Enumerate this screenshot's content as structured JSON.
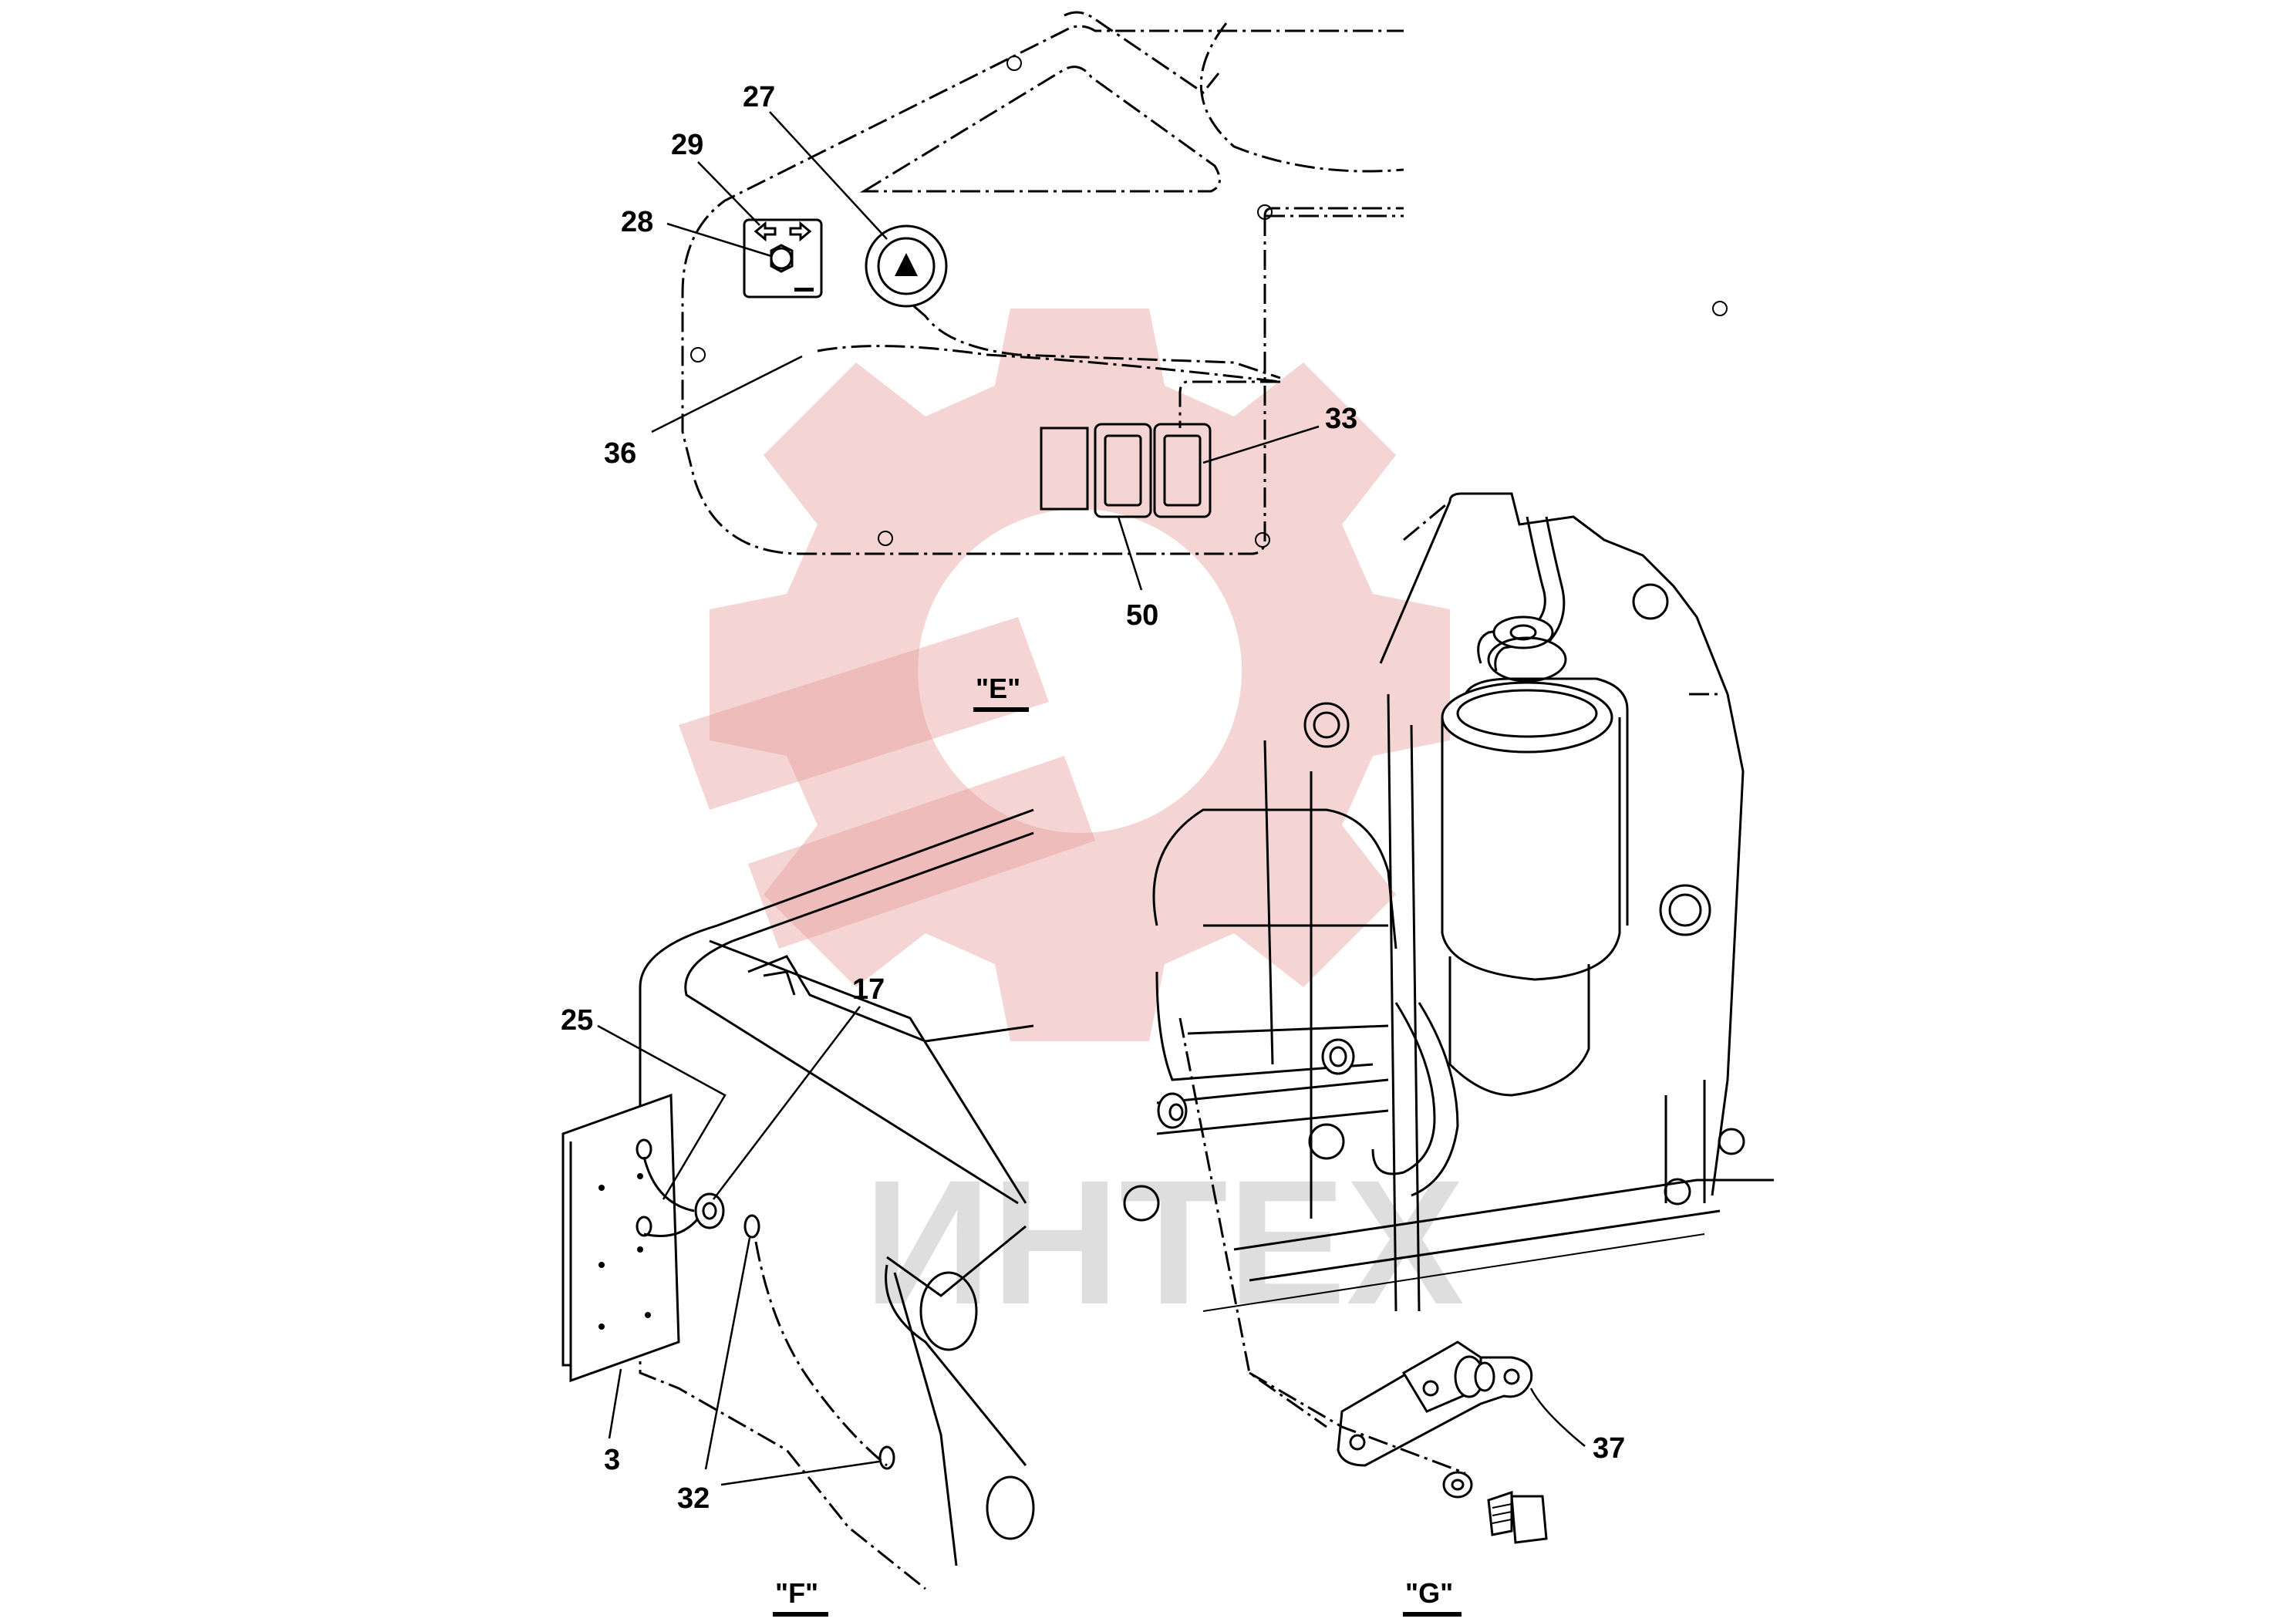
{
  "diagram": {
    "views": [
      {
        "id": "E",
        "label": "\"E\""
      },
      {
        "id": "F",
        "label": "\"F\""
      },
      {
        "id": "G",
        "label": "\"G\""
      }
    ],
    "callouts": [
      {
        "id": "c27",
        "label": "27"
      },
      {
        "id": "c29",
        "label": "29"
      },
      {
        "id": "c28",
        "label": "28"
      },
      {
        "id": "c36",
        "label": "36"
      },
      {
        "id": "c33",
        "label": "33"
      },
      {
        "id": "c50",
        "label": "50"
      },
      {
        "id": "c17",
        "label": "17"
      },
      {
        "id": "c25",
        "label": "25"
      },
      {
        "id": "c3",
        "label": "3"
      },
      {
        "id": "c32",
        "label": "32"
      },
      {
        "id": "c37",
        "label": "37"
      }
    ],
    "watermark": {
      "text": "ИНТЕХ",
      "logo_icon": "gear-logo-icon",
      "colors": {
        "logo": "#e8a0a0",
        "text": "#b8b8b8"
      }
    }
  }
}
